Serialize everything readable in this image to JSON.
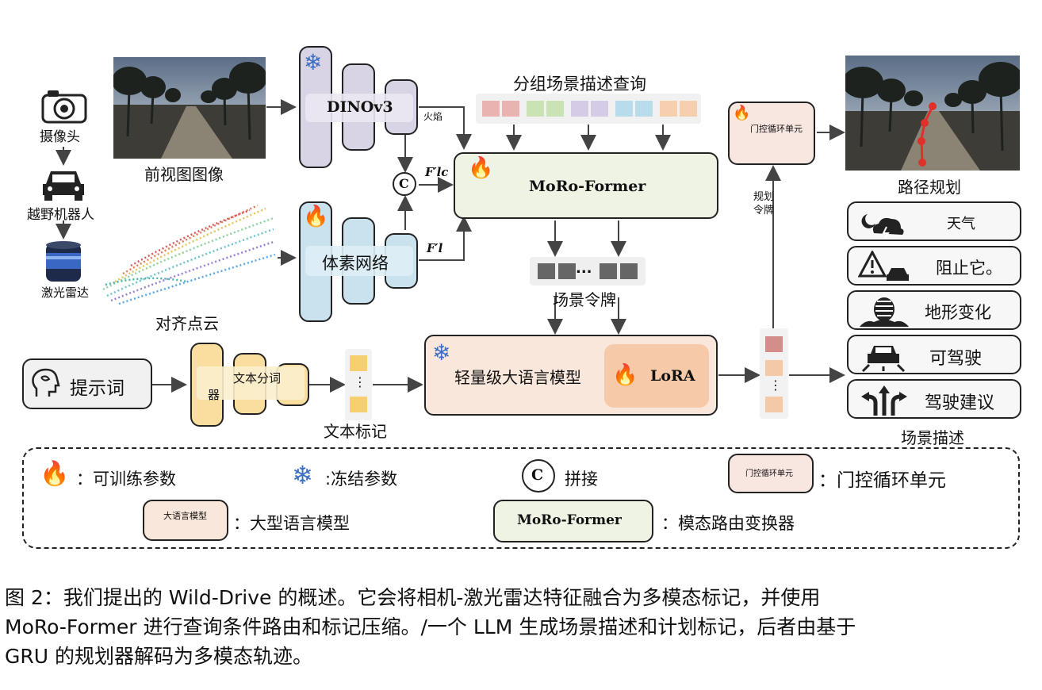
{
  "sensors": {
    "camera": "摄像头",
    "robot": "越野机器人",
    "lidar": "激光雷达"
  },
  "inputs": {
    "front_image": "前视图图像",
    "point_cloud": "对齐点云",
    "prompt": "提示词",
    "text_tokens": "文本标记"
  },
  "encoders": {
    "dino": "DINOv3",
    "voxel": "体素网络",
    "tokenizer_top": "文本分词",
    "tokenizer_bottom": "器",
    "fire_small": "火焰"
  },
  "features": {
    "concat": "C",
    "f_lc": "F′lc",
    "f_l": "F′l"
  },
  "query": {
    "title": "分组场景描述查询"
  },
  "moro": {
    "label": "MoRo-Former"
  },
  "scene_tokens": {
    "label": "场景令牌",
    "dots": "..."
  },
  "llm": {
    "label": "轻量级大语言模型",
    "lora": "LoRA"
  },
  "gru": {
    "label": "门控循环单元",
    "plan_token": "规划\n令牌"
  },
  "outputs": {
    "path": "路径规划",
    "weather": "天气",
    "stop": "阻止它。",
    "terrain": "地形变化",
    "drivable": "可驾驶",
    "advice": "驾驶建议",
    "scene_desc": "场景描述",
    "dots": "⋮"
  },
  "legend": {
    "trainable": "：可训练参数",
    "frozen": ":冻结参数",
    "concat_symbol": "C",
    "concat": "拼接",
    "gru_box": "门控循环单元",
    "gru": "：门控循环单元",
    "llm_box": "大语言模型",
    "llm": "：大型语言模型",
    "moro_box": "MoRo-Former",
    "moro": "：模态路由变换器"
  },
  "caption": {
    "line1": "图 2：我们提出的 Wild-Drive 的概述。它会将相机-激光雷达特征融合为多模态标记，并使用",
    "line2": "MoRo-Former 进行查询条件路由和标记压缩。/一个 LLM 生成场景描述和计划标记，后者由基于",
    "line3": "GRU 的规划器解码为多模态轨迹。"
  },
  "colors": {
    "purple": "#d9d3e6",
    "blue": "#c9e2ee",
    "yellow": "#f9dea0",
    "moro_green": "#eef3e4",
    "llm_peach": "#fae7dc",
    "lora_orange": "#f6c9a8",
    "path_red": "#e0302a"
  }
}
